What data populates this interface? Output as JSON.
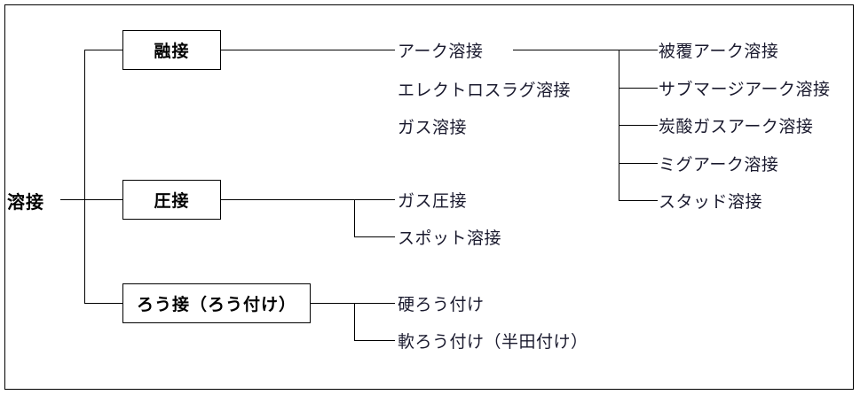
{
  "diagram": {
    "title_text": "溶接",
    "root": {
      "label": "溶接"
    },
    "categories": [
      {
        "label": "融接"
      },
      {
        "label": "圧接"
      },
      {
        "label": "ろう接（ろう付け）"
      }
    ],
    "level2": {
      "fusion": [
        {
          "label": "アーク溶接"
        },
        {
          "label": "エレクトロスラグ溶接"
        },
        {
          "label": "ガス溶接"
        }
      ],
      "pressure": [
        {
          "label": "ガス圧接"
        },
        {
          "label": "スポット溶接"
        }
      ],
      "brazing": [
        {
          "label": "硬ろう付け"
        },
        {
          "label": "軟ろう付け（半田付け）"
        }
      ]
    },
    "level3": {
      "arc_welding": [
        {
          "label": "被覆アーク溶接"
        },
        {
          "label": "サブマージアーク溶接"
        },
        {
          "label": "炭酸ガスアーク溶接"
        },
        {
          "label": "ミグアーク溶接"
        },
        {
          "label": "スタッド溶接"
        }
      ]
    },
    "colors": {
      "line": "#000000",
      "text": "#1a1a2e",
      "background": "#ffffff"
    }
  }
}
